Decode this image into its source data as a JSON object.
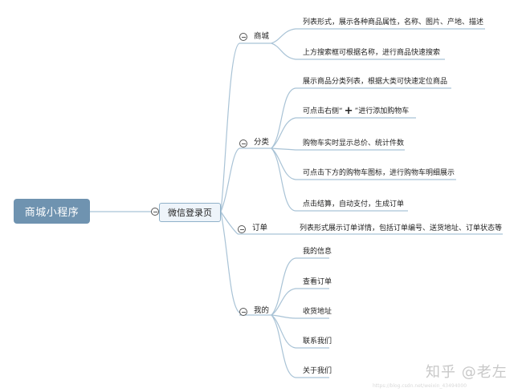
{
  "root": "商城小程序",
  "main": "微信登录页",
  "categories": {
    "mall": {
      "label": "商城",
      "items": [
        "列表形式，展示各种商品属性，名称、图片、产地、描述",
        "上方搜索框可根据名称，进行商品快速搜索"
      ]
    },
    "classify": {
      "label": "分类",
      "items": [
        "展示商品分类列表，根据大类可快速定位商品",
        {
          "before": "可点击右侧“",
          "symbol": "+",
          "after": "”进行添加购物车"
        },
        "购物车实时显示总价、统计件数",
        "可点击下方的购物车图标，进行购物车明细展示",
        "点击结算，自动支付，生成订单"
      ]
    },
    "order": {
      "label": "订单",
      "items": [
        "列表形式展示订单详情，包括订单编号、送货地址、订单状态等"
      ]
    },
    "mine": {
      "label": "我的",
      "items": [
        "我的信息",
        "查看订单",
        "收货地址",
        "联系我们",
        "关于我们"
      ]
    }
  },
  "watermark": "知乎 @老左",
  "caption": "https://blog.csdn.net/weixin_43494000"
}
